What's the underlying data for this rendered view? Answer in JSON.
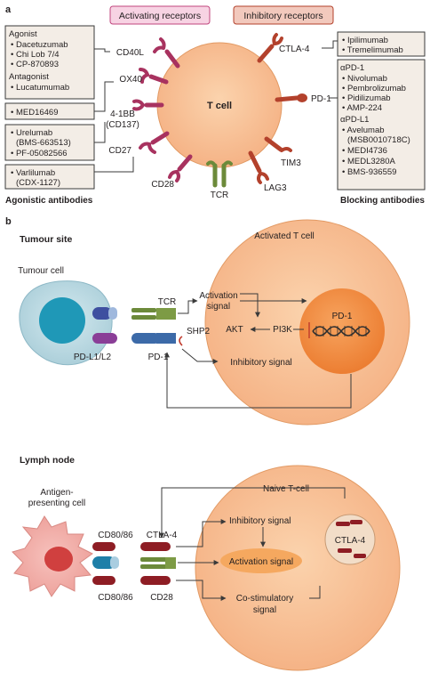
{
  "panel_a": {
    "label": "a",
    "activating_header": "Activating receptors",
    "inhibitory_header": "Inhibitory receptors",
    "cell_label": "T cell",
    "receptors": {
      "cd40l": "CD40L",
      "ox40": "OX40",
      "fourone_bb": "4-1BB",
      "cd137": "(CD137)",
      "cd27": "CD27",
      "cd28": "CD28",
      "tcr": "TCR",
      "lag3": "LAG3",
      "tim3": "TIM3",
      "pd1": "PD-1",
      "ctla4": "CTLA-4"
    },
    "agonist_box": {
      "heading1": "Agonist",
      "items1": [
        "Dacetuzumab",
        "Chi Lob 7/4",
        "CP-870893"
      ],
      "heading2": "Antagonist",
      "items2": [
        "Lucatumumab"
      ]
    },
    "med_box": {
      "items": [
        "MED16469"
      ]
    },
    "urelumab_box": {
      "items": [
        "Urelumab",
        "PF-05082566"
      ],
      "sub": "(BMS-663513)"
    },
    "varlilumab_box": {
      "items": [
        "Varlilumab"
      ],
      "sub": "(CDX-1127)"
    },
    "ctla4_box": {
      "items": [
        "Ipilimumab",
        "Tremelimumab"
      ]
    },
    "pd_box": {
      "heading1": "αPD-1",
      "items1": [
        "Nivolumab",
        "Pembrolizumab",
        "Pidilizumab",
        "AMP-224"
      ],
      "heading2": "αPD-L1",
      "items2": [
        "Avelumab"
      ],
      "sub": "(MSB0010718C)",
      "items3": [
        "MEDI4736",
        "MEDL3280A",
        "BMS-936559"
      ]
    },
    "agonistic_caption": "Agonistic antibodies",
    "blocking_caption": "Blocking antibodies"
  },
  "panel_b": {
    "label": "b",
    "tumour_site_title": "Tumour site",
    "tumour_cell_label": "Tumour cell",
    "activated_t_cell_label": "Activated T cell",
    "tcr": "TCR",
    "pdl": "PD-L1/L2",
    "pd1": "PD-1",
    "shp2": "SHP2",
    "activation_signal_line1": "Activation",
    "activation_signal_line2": "signal",
    "akt": "AKT",
    "pi3k": "PI3K",
    "nucleus_pd1": "PD-1",
    "inhibitory_signal": "Inhibitory signal",
    "lymph_node_title": "Lymph node",
    "naive_t_cell_label": "Naive T-cell",
    "apc_line1": "Antigen-",
    "apc_line2": "presenting cell",
    "cd80_top": "CD80/86",
    "cd80_bottom": "CD80/86",
    "ctla4": "CTLA-4",
    "cd28": "CD28",
    "ln_inhibitory_signal": "Inhibitory signal",
    "ln_activation_signal": "Activation signal",
    "costim_line1": "Co-stimulatory",
    "costim_line2": "signal",
    "vesicle_ctla4": "CTLA-4"
  }
}
